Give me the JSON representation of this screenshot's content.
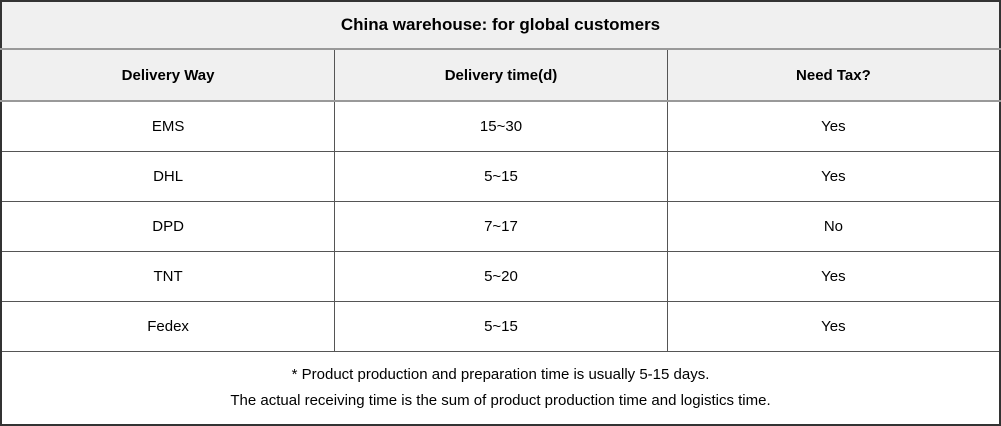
{
  "chart_data": {
    "type": "table",
    "title": "China warehouse: for global customers",
    "columns": [
      "Delivery Way",
      "Delivery time(d)",
      "Need Tax?"
    ],
    "rows": [
      [
        "EMS",
        "15~30",
        "Yes"
      ],
      [
        "DHL",
        "5~15",
        "Yes"
      ],
      [
        "DPD",
        "7~17",
        "No"
      ],
      [
        "TNT",
        "5~20",
        "Yes"
      ],
      [
        "Fedex",
        "5~15",
        "Yes"
      ]
    ],
    "footnotes": [
      "* Product production and preparation time is usually 5-15 days.",
      "The actual receiving time is the sum of product production time and logistics time."
    ],
    "layout_hints": {
      "title_band_bg": "#f0f0f0",
      "header_row_bg": "#f0f0f0",
      "row_bg": "#ffffff",
      "outer_border_color": "#333333",
      "inner_border_color": "#555555",
      "accent_divider_color": "#999999",
      "text_color": "#000000",
      "grid": "on",
      "alignment": "center"
    }
  }
}
